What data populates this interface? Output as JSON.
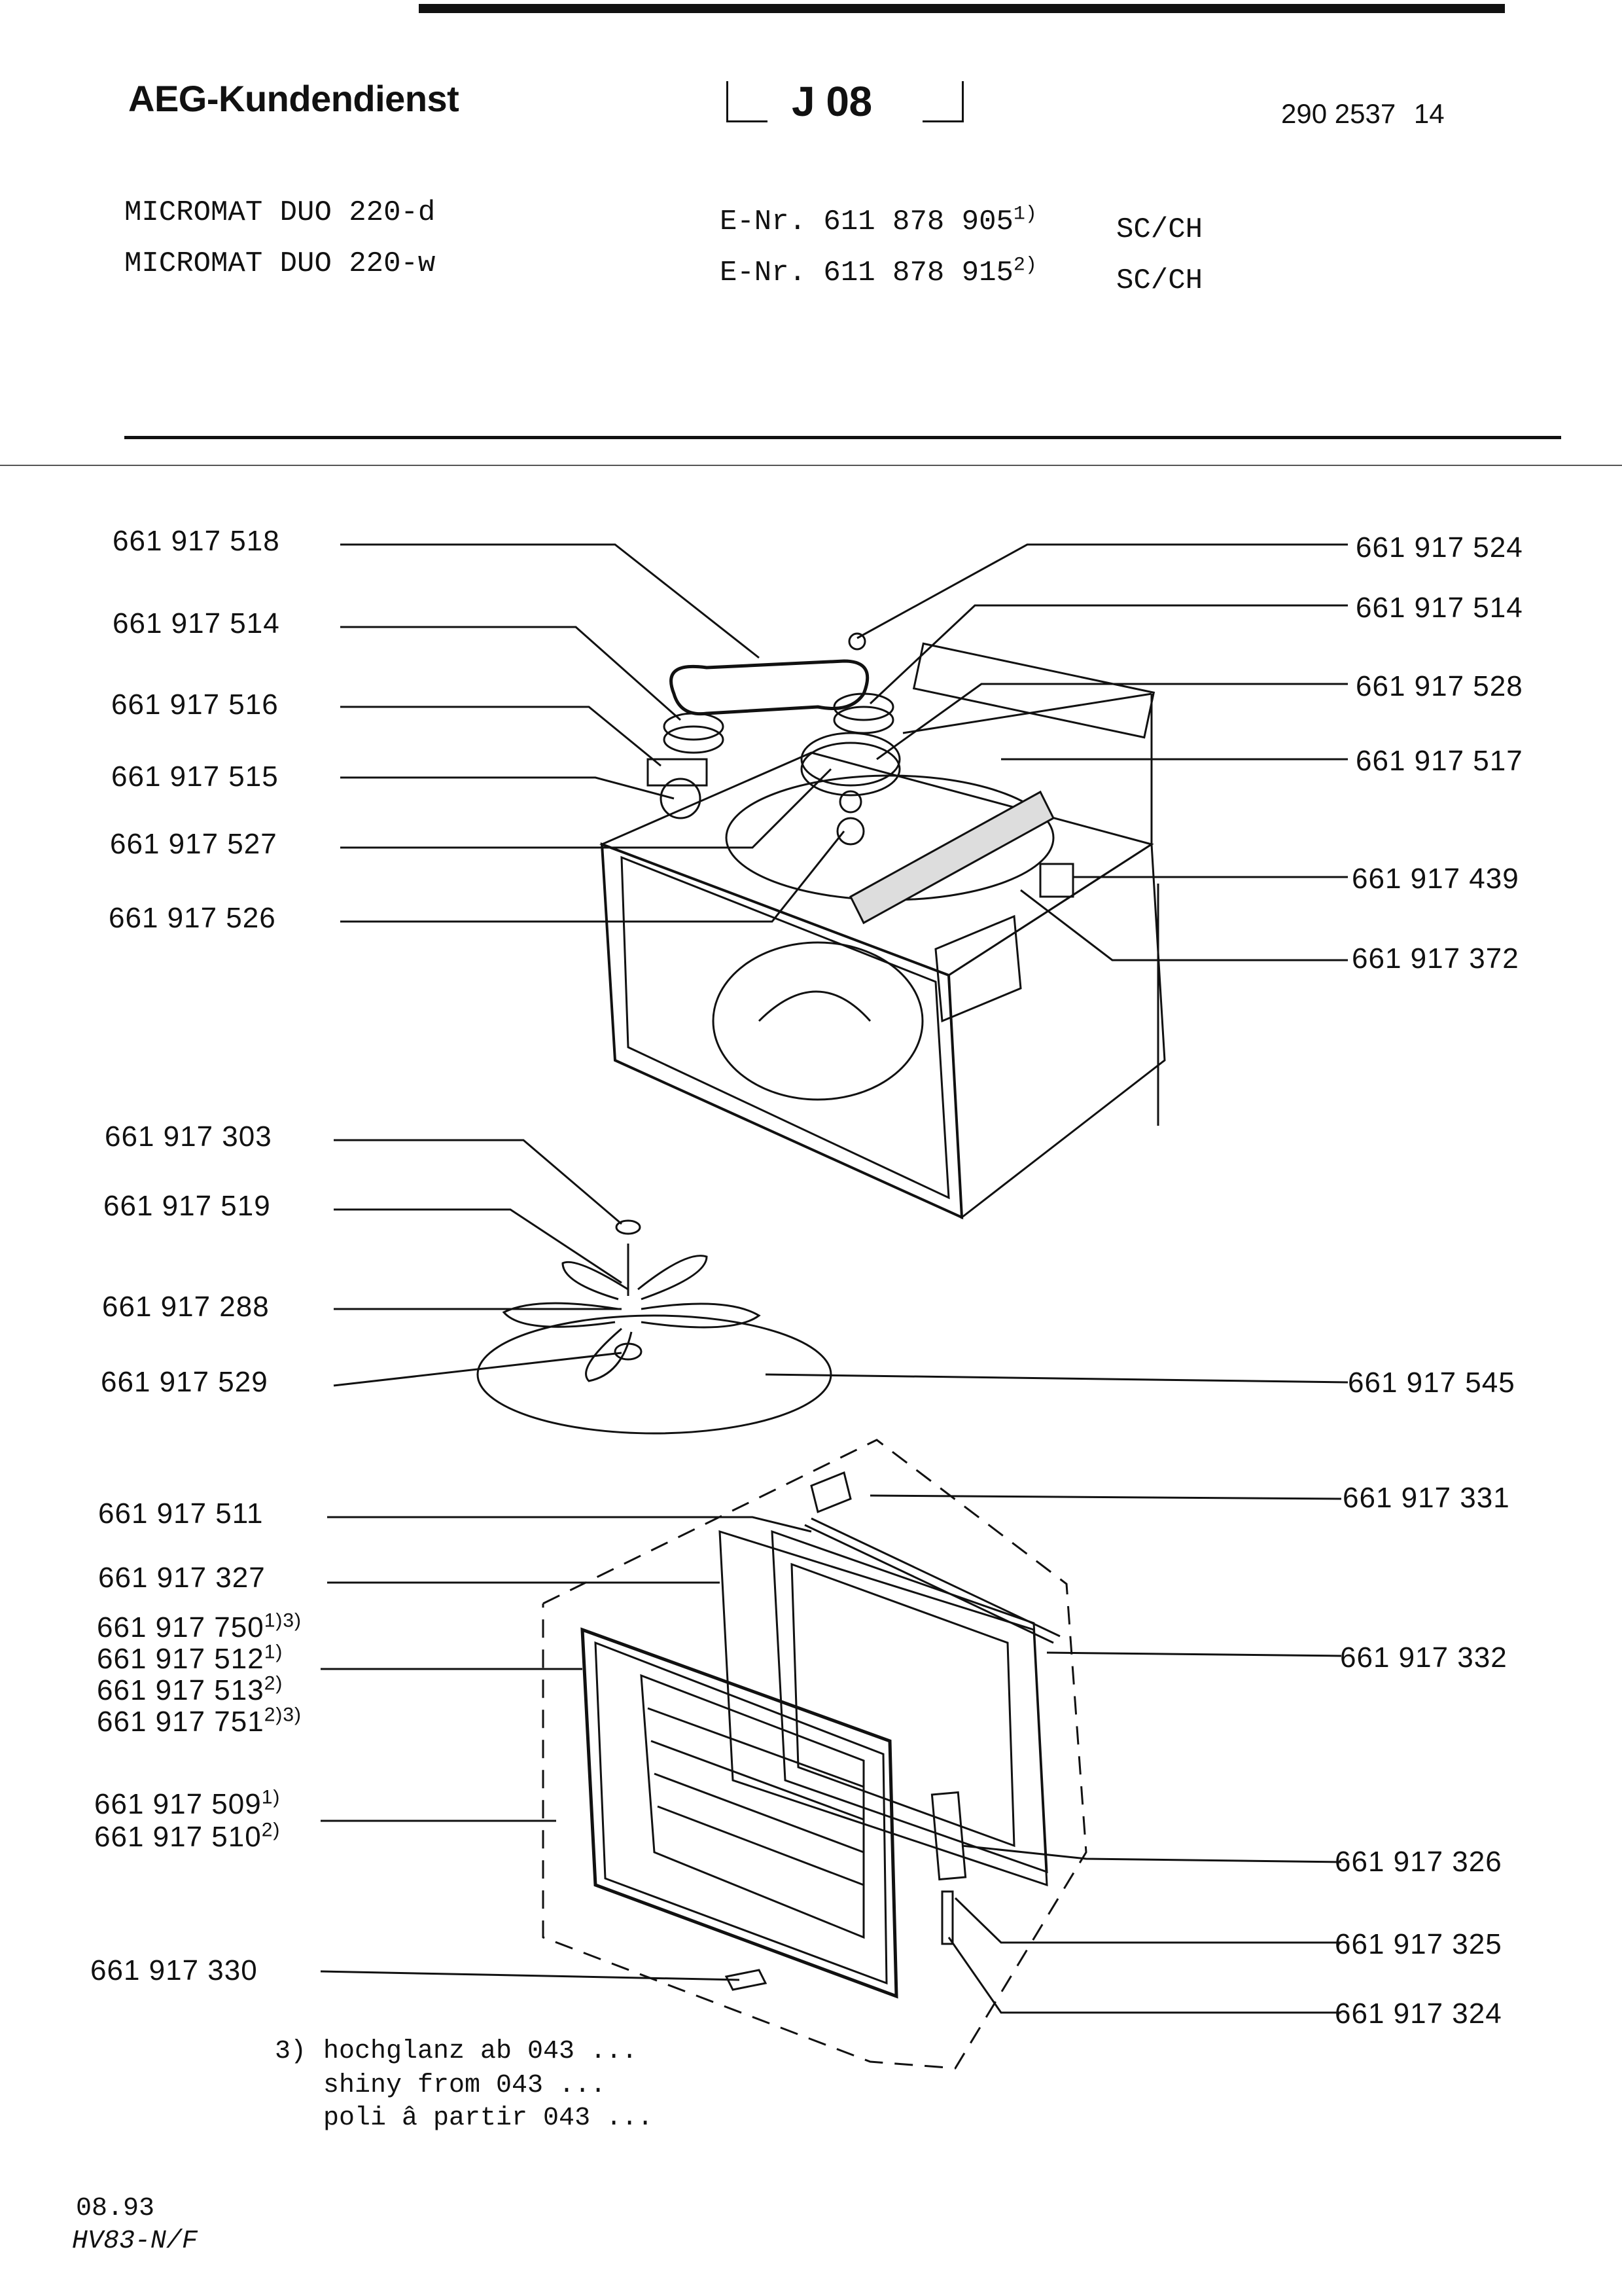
{
  "header": {
    "brand": "AEG-Kundendienst",
    "section": "J 08",
    "doc_number": "290 2537",
    "doc_suffix": "14"
  },
  "models": [
    {
      "name": "MICROMAT DUO 220-d",
      "enr": "E-Nr. 611 878 905",
      "note": "1)",
      "region": "SC/CH"
    },
    {
      "name": "MICROMAT DUO 220-w",
      "enr": "E-Nr. 611 878 915",
      "note": "2)",
      "region": "SC/CH"
    }
  ],
  "parts_left": [
    {
      "num": "661 917 518"
    },
    {
      "num": "661 917 514"
    },
    {
      "num": "661 917 516"
    },
    {
      "num": "661 917 515"
    },
    {
      "num": "661 917 527"
    },
    {
      "num": "661 917 526"
    },
    {
      "num": "661 917 303"
    },
    {
      "num": "661 917 519"
    },
    {
      "num": "661 917 288"
    },
    {
      "num": "661 917 529"
    },
    {
      "num": "661 917 511"
    },
    {
      "num": "661 917 327"
    },
    {
      "num": "661 917 750",
      "note": "1)3)"
    },
    {
      "num": "661 917 512",
      "note": "1)"
    },
    {
      "num": "661 917 513",
      "note": "2)"
    },
    {
      "num": "661 917 751",
      "note": "2)3)"
    },
    {
      "num": "661 917 509",
      "note": "1)"
    },
    {
      "num": "661 917 510",
      "note": "2)"
    },
    {
      "num": "661 917 330"
    }
  ],
  "parts_right": [
    {
      "num": "661 917 524"
    },
    {
      "num": "661 917 514"
    },
    {
      "num": "661 917 528"
    },
    {
      "num": "661 917 517"
    },
    {
      "num": "661 917 439"
    },
    {
      "num": "661 917 372"
    },
    {
      "num": "661 917 545"
    },
    {
      "num": "661 917 331"
    },
    {
      "num": "661 917 332"
    },
    {
      "num": "661 917 326"
    },
    {
      "num": "661 917 325"
    },
    {
      "num": "661 917 324"
    }
  ],
  "footnote": {
    "marker": "3)",
    "lines": [
      "hochglanz ab 043 ...",
      "shiny from 043 ...",
      "poli â partir 043 ..."
    ]
  },
  "footer": {
    "date": "08.93",
    "code": "HV83-N/F"
  }
}
